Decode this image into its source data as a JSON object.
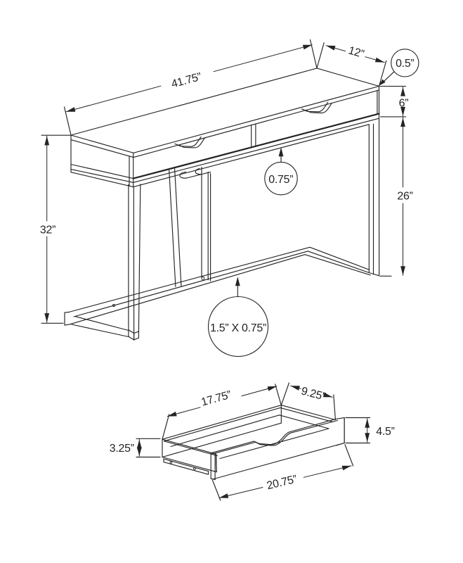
{
  "figure": {
    "type": "furniture dimension line drawing",
    "subject": "console accent table with two drawers and metal C-shaped base",
    "views": [
      "assembled console table (top)",
      "storage drawer detail (bottom)"
    ]
  },
  "table": {
    "length": "41.75”",
    "depth": "12”",
    "top_thickness": "0.5”",
    "drawer_front_height": "6”",
    "leg_height": "26”",
    "overall_height": "32”",
    "bottom_rail_thickness": "0.75”",
    "leg_tube_size": "1.5” X 0.75”"
  },
  "drawer": {
    "box_length": "17.75”",
    "box_depth": "9.25”",
    "front_height": "4.5”",
    "box_height": "3.25”",
    "front_length": "20.75”"
  },
  "colors": {
    "background": "#ffffff",
    "line": "#242424",
    "text": "#231f20"
  }
}
